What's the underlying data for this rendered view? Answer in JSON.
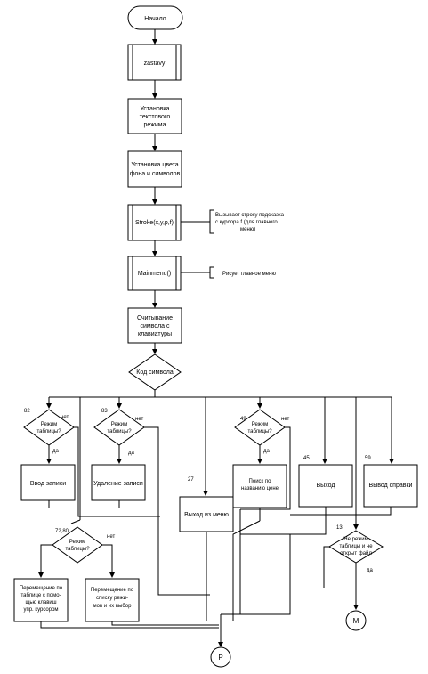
{
  "nodes": {
    "start": "Начало",
    "zastavy": "zastavy",
    "text_mode": [
      "Установка",
      "текстового",
      "режима"
    ],
    "color_setup": [
      "Установка цвета",
      "фона и символов"
    ],
    "stroke": "Stroke(x,y,p,f)",
    "stroke_note": [
      "Вызывает строку подсказка",
      "с курсора f (для главного",
      "меню)"
    ],
    "mainmenu": "Mainmenu()",
    "mainmenu_note": "Рисует главное меню",
    "read_key": [
      "Считывание",
      "символа с",
      "клавиатуры"
    ],
    "key_code": "Код символа",
    "d1": [
      "Режим",
      "таблицы?"
    ],
    "d2": [
      "Режим",
      "таблицы?"
    ],
    "d3": [
      "Режим",
      "таблицы?"
    ],
    "d4": [
      "Режим",
      "таблицы?"
    ],
    "d5": [
      "Не режим",
      "таблицы и не",
      "открыт файл"
    ],
    "enter_record": "Ввод записи",
    "delete_record": "Удаление записи",
    "exit_menu": "Выход из меню",
    "search": [
      "Поиск по",
      "названию цене"
    ],
    "exit": "Выход",
    "help": "Вывод справки",
    "move_cursor": [
      "Перемещение по",
      "таблице с помо-",
      "щью клавиш",
      "упр. курсором"
    ],
    "move_list": [
      "Перемещение по",
      "списку режи-",
      "мов и их выбор"
    ],
    "conn_m": "М",
    "conn_p": "Р"
  },
  "labels": {
    "code_82": "82",
    "code_83": "83",
    "code_27": "27",
    "code_80": "72,80",
    "code_49": "49",
    "code_45": "45",
    "code_59": "59",
    "code_13": "13",
    "no": "нет",
    "yes": "да"
  }
}
